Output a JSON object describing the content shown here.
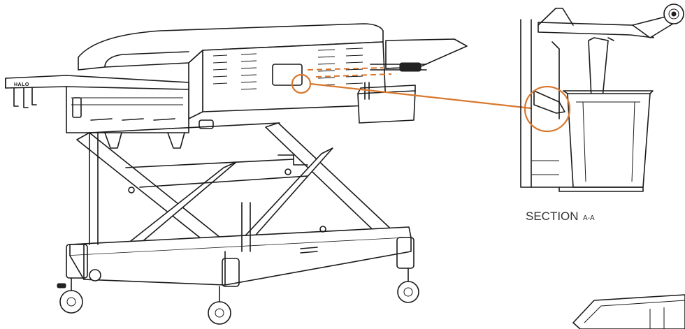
{
  "section_label": {
    "main": "SECTION",
    "suffix": "A-A"
  },
  "brand_logo": "HALO",
  "accent_color": "#d9782d",
  "line_color": "#1a1a1a"
}
